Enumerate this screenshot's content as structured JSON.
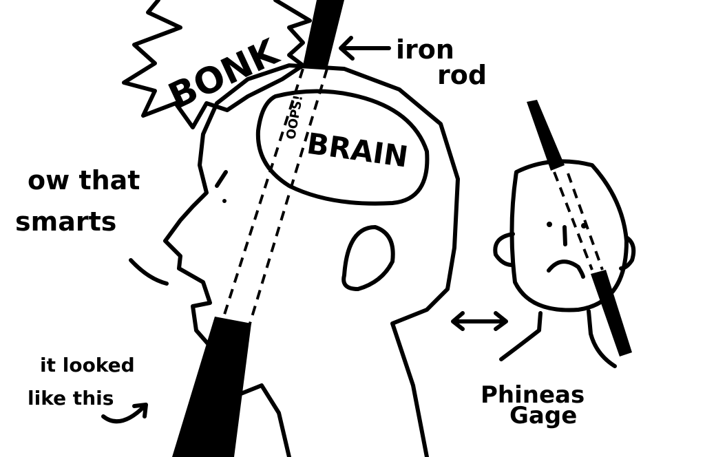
{
  "illustration": {
    "bonk": "BONK",
    "rod_label_1": "iron",
    "rod_label_2": "rod",
    "brain_label": "BRAIN",
    "oops_label": "OOPS!",
    "speech_1": "ow that",
    "speech_2": "smarts",
    "note_1": "it looked",
    "note_2": "like this",
    "name_1": "Phineas",
    "name_2": "Gage"
  }
}
